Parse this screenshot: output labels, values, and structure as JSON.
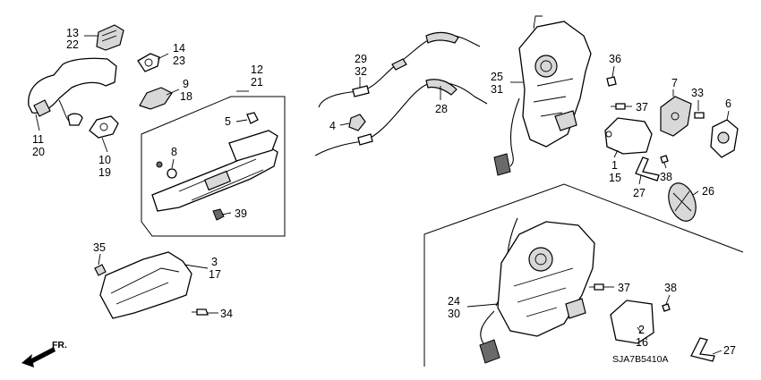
{
  "labels": {
    "l13": "13",
    "l22": "22",
    "l14": "14",
    "l23": "23",
    "l9": "9",
    "l18": "18",
    "l12": "12",
    "l21": "21",
    "l5": "5",
    "l8": "8",
    "l11": "11",
    "l20": "20",
    "l10": "10",
    "l19": "19",
    "l39": "39",
    "l35": "35",
    "l3": "3",
    "l17": "17",
    "l34": "34",
    "l29": "29",
    "l32": "32",
    "l4": "4",
    "l28": "28",
    "l25": "25",
    "l31": "31",
    "l36": "36",
    "l7": "7",
    "l33": "33",
    "l6": "6",
    "l37a": "37",
    "l1": "1",
    "l15": "15",
    "l27a": "27",
    "l38a": "38",
    "l26": "26",
    "l24": "24",
    "l30": "30",
    "l37b": "37",
    "l38b": "38",
    "l2": "2",
    "l16": "16",
    "l27b": "27"
  },
  "diagram_code": "SJA7B5410A",
  "direction_label": "FR."
}
